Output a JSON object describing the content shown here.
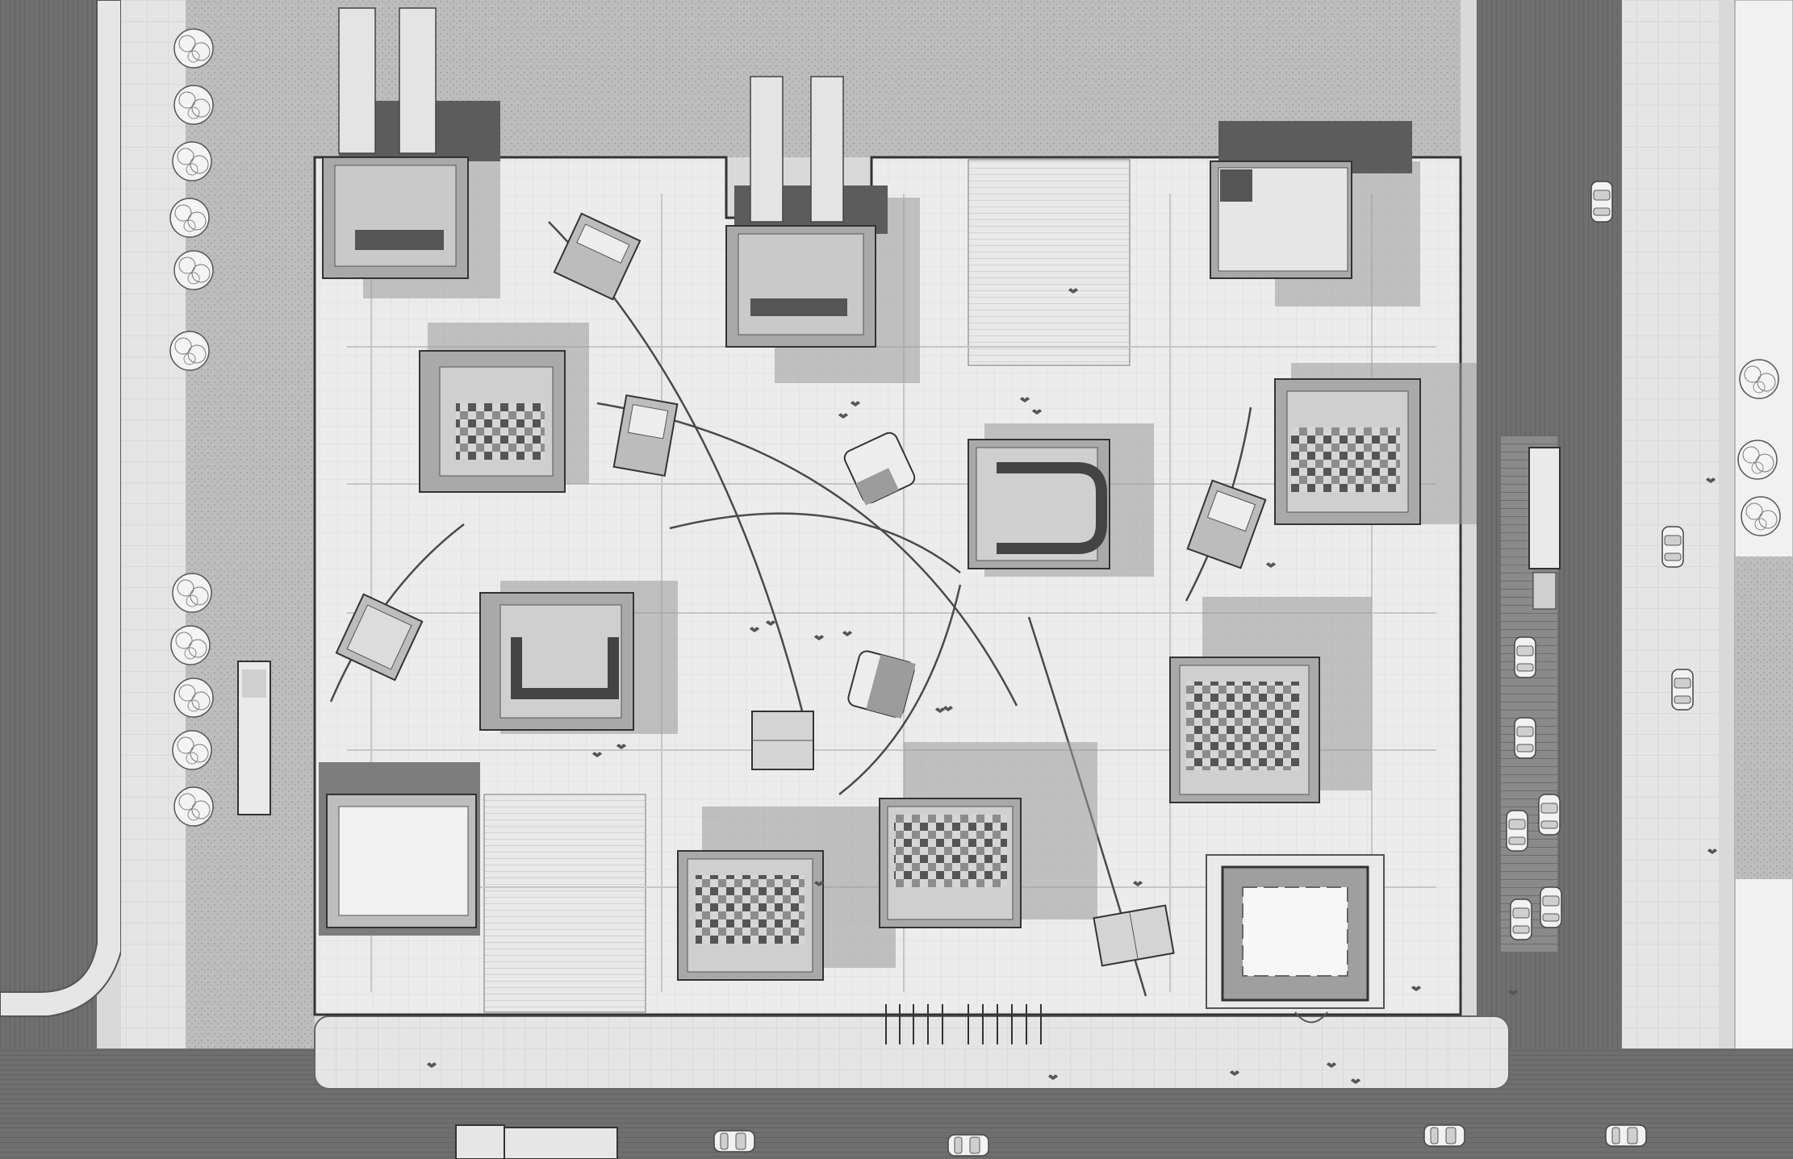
{
  "plan": {
    "type": "architectural-site-plan",
    "view": "top-down",
    "style": "greyscale rendered drawing",
    "text_labels": []
  },
  "palette": {
    "page": "#d9d9d9",
    "plaza": "#ececec",
    "sidewalk": "#e4e4e4",
    "road": "#7a7a7a",
    "road_dark": "#5a5a5a",
    "gravel": "#b9b9b9",
    "pavilion": "#a9a9a9",
    "pavilion_inner": "#cfcfcf",
    "shadow": "#8f8f8f",
    "line": "#3a3a3a"
  },
  "legend_items": [],
  "elements": {
    "pavilions": [
      "exhibit-pavilion",
      "cafe-pavilion",
      "kiosk",
      "service-building",
      "hall"
    ],
    "vehicles": [
      "car",
      "bus",
      "truck"
    ],
    "landscape": [
      "tree",
      "lawn",
      "gravel-field",
      "timber-deck"
    ],
    "infrastructure": [
      "road",
      "sidewalk",
      "parking",
      "bike-rack",
      "walkway-path"
    ]
  }
}
